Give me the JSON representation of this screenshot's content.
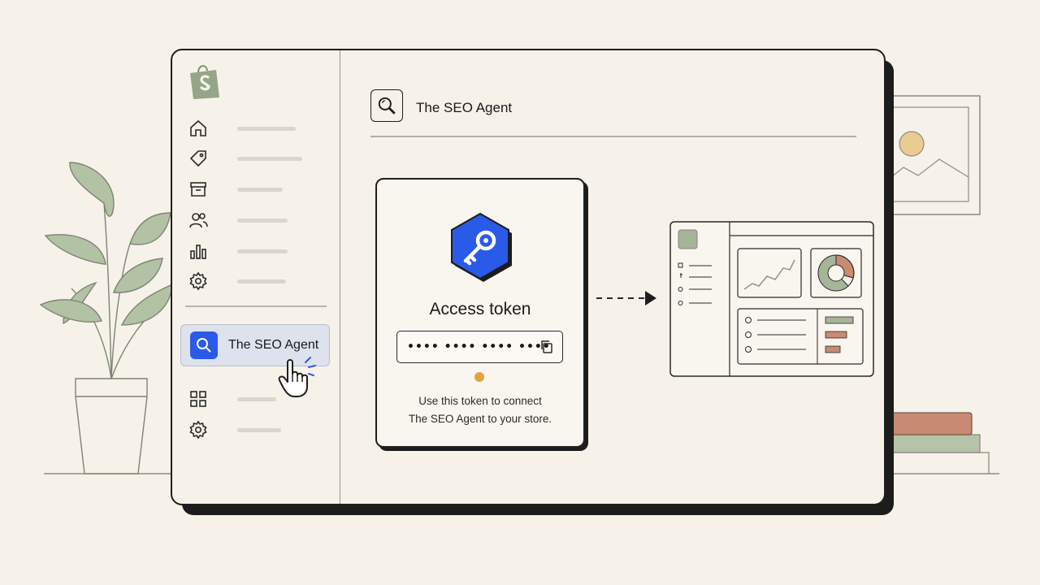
{
  "colors": {
    "background": "#f6f2e9",
    "accent": "#2a5ae8",
    "shopify_green": "#95a588",
    "status_dot": "#e2a33c",
    "plant_green": "#b3c1a5",
    "book_rust": "#c88a70"
  },
  "sidebar": {
    "logo_icon": "shopify-bag-icon",
    "items": [
      {
        "icon": "home-icon"
      },
      {
        "icon": "tag-icon"
      },
      {
        "icon": "archive-icon"
      },
      {
        "icon": "users-icon"
      },
      {
        "icon": "bar-chart-icon"
      },
      {
        "icon": "gear-icon"
      }
    ],
    "active_app": {
      "icon": "search-icon",
      "label": "The SEO Agent"
    },
    "lower_items": [
      {
        "icon": "apps-grid-icon"
      },
      {
        "icon": "gear-icon"
      }
    ]
  },
  "header": {
    "icon": "search-icon",
    "title": "The SEO Agent"
  },
  "token_card": {
    "icon": "key-icon",
    "title": "Access token",
    "masked_token": "•••• •••• •••• ••••",
    "copy_icon": "copy-icon",
    "help_line1": "Use this token to connect",
    "help_line2": "The SEO Agent to your store."
  }
}
